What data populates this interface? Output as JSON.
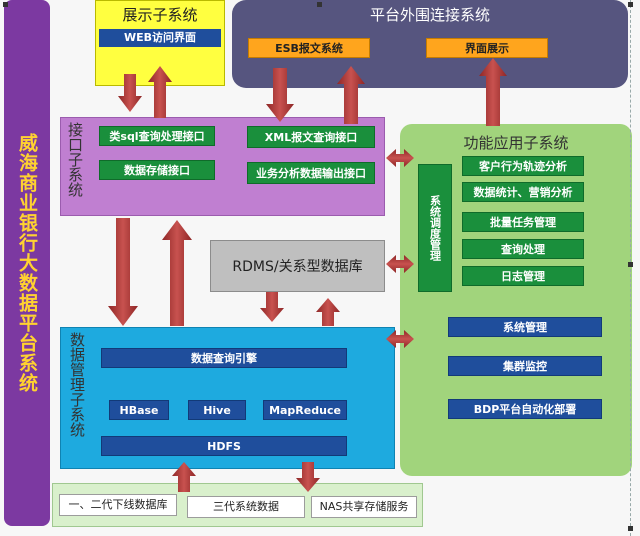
{
  "side_title": "威海商业银行大数据平台系统",
  "display": {
    "title": "展示子系统",
    "web": "WEB访问界面"
  },
  "platform": {
    "title": "平台外围连接系统",
    "esb": "ESB报文系统",
    "ui": "界面展示"
  },
  "interface": {
    "title": "接口子系统",
    "sql": "类sql查询处理接口",
    "xml": "XML报文查询接口",
    "storage": "数据存储接口",
    "bizout": "业务分析数据输出接口"
  },
  "app": {
    "title": "功能应用子系统",
    "sched": "系统调度管理",
    "items": [
      "客户行为轨迹分析",
      "数据统计、营销分析",
      "批量任务管理",
      "查询处理",
      "日志管理"
    ],
    "lower": [
      "系统管理",
      "集群监控",
      "BDP平台自动化部署"
    ]
  },
  "rdms": "RDMS/关系型数据库",
  "data_mgmt": {
    "title": "数据管理子系统",
    "engine": "数据查询引擎",
    "hbase": "HBase",
    "hive": "Hive",
    "mapreduce": "MapReduce",
    "hdfs": "HDFS"
  },
  "sources": [
    "一、二代下线数据库",
    "三代系统数据",
    "NAS共享存储服务"
  ],
  "colors": {
    "arrow": "#b23b3b",
    "arrow_dark": "#8e2626"
  }
}
